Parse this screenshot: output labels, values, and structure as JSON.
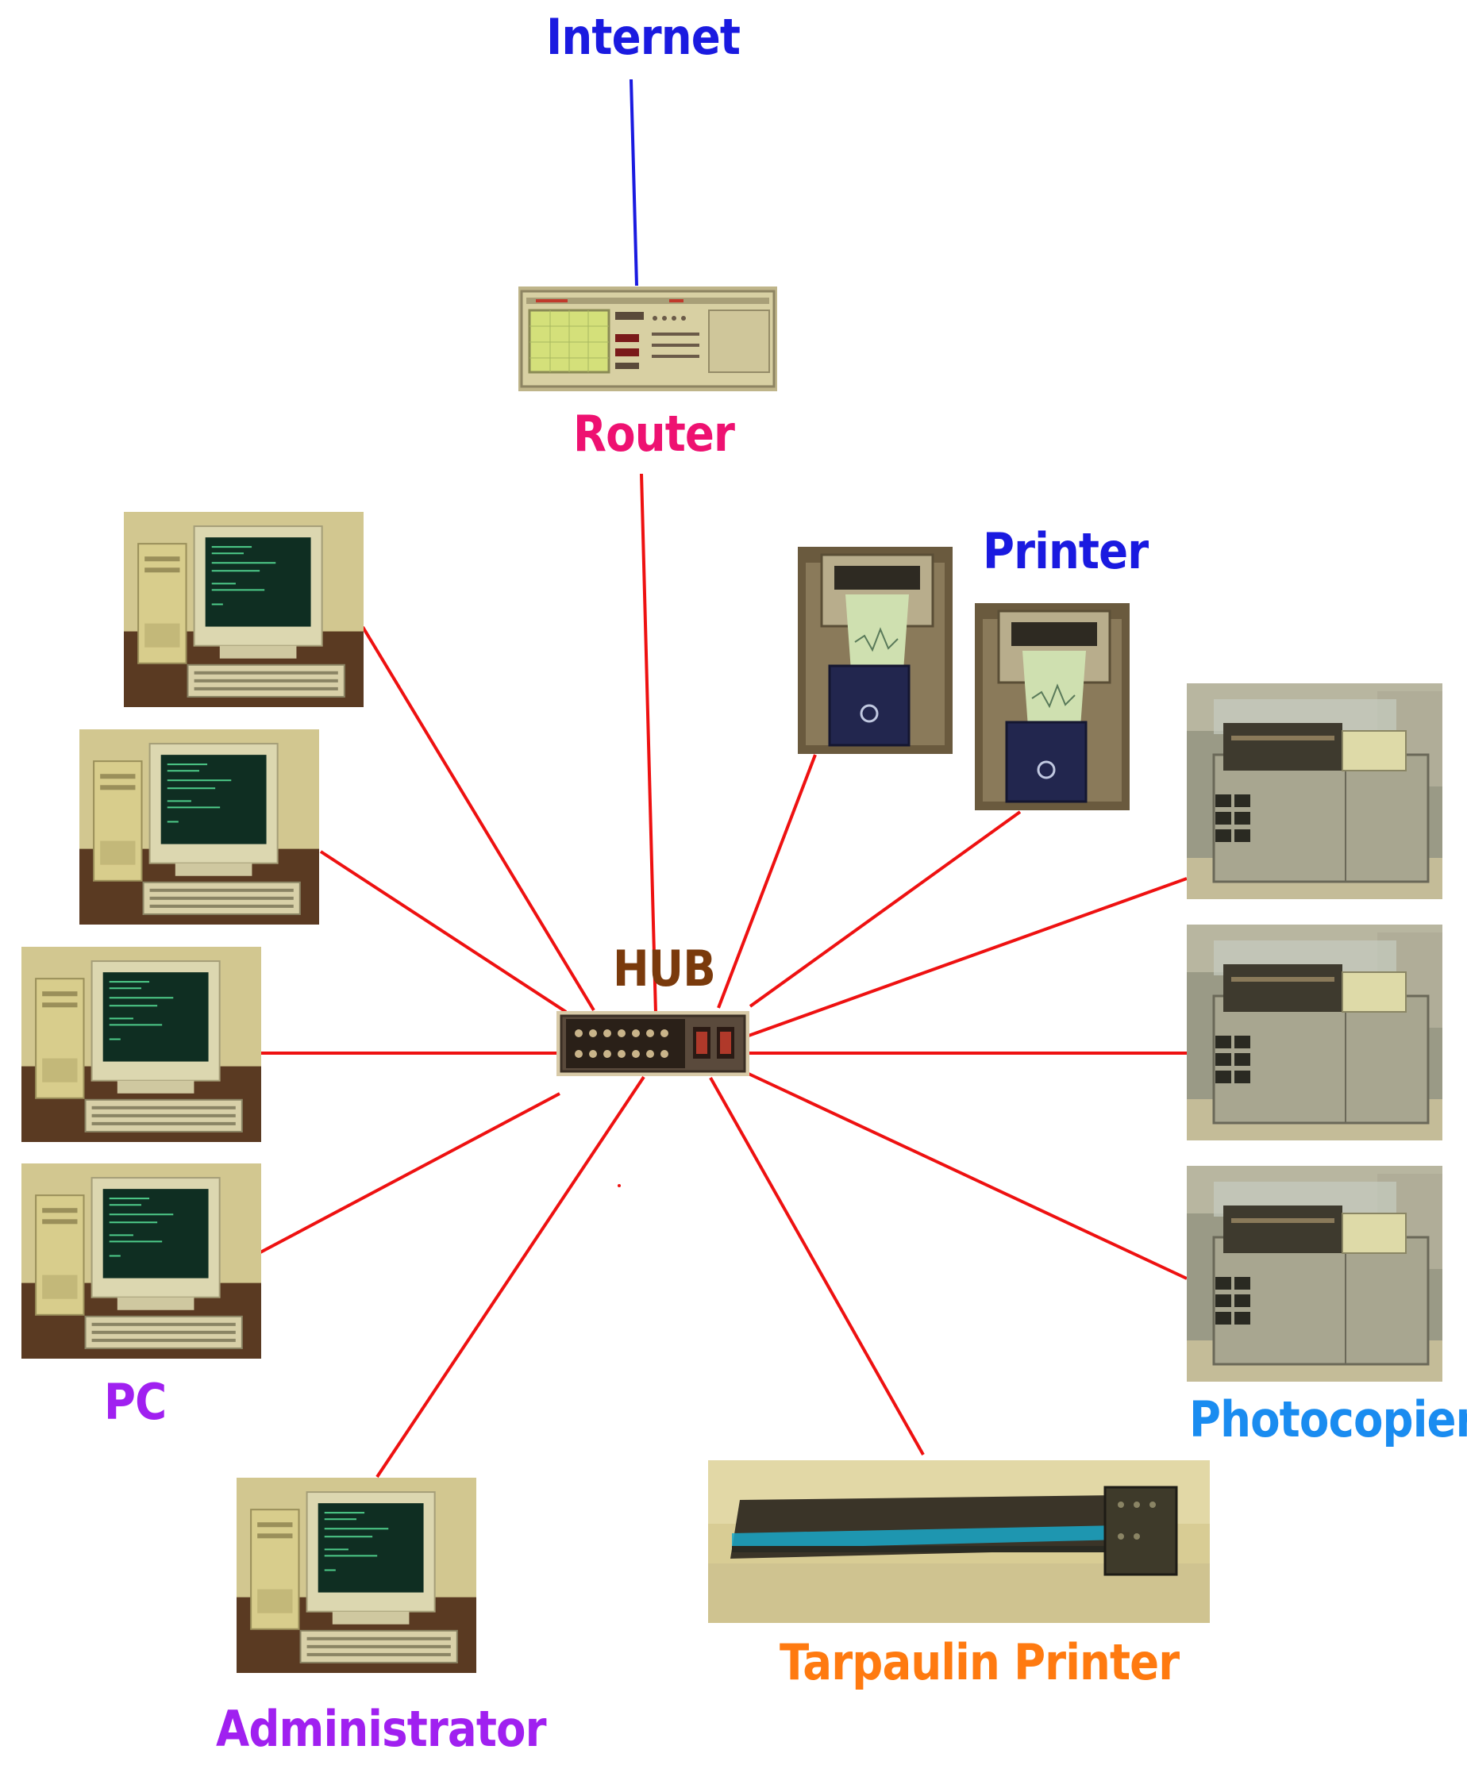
{
  "labels": {
    "internet": "Internet",
    "router": "Router",
    "hub": "HUB",
    "printer": "Printer",
    "photocopier": "Photocopier",
    "pc": "PC",
    "administrator": "Administrator",
    "tarpaulin_printer": "Tarpaulin Printer"
  },
  "colors": {
    "internet_label": "#1a1ae0",
    "router_label": "#ee1171",
    "hub_label": "#7a3a0c",
    "printer_label": "#1a1ae0",
    "photocopier_label": "#1a8cf0",
    "pc_label": "#a020f0",
    "administrator_label": "#a020f0",
    "tarpaulin_label": "#ff7a10",
    "internet_link": "#1a1ae0",
    "lan_link": "#ee1111"
  },
  "icons": {
    "router": "router-device",
    "hub": "network-hub",
    "pc": "desktop-computer",
    "printer": "dot-matrix-printer",
    "photocopier": "photocopier-machine",
    "tarpaulin_printer": "wide-format-printer"
  }
}
